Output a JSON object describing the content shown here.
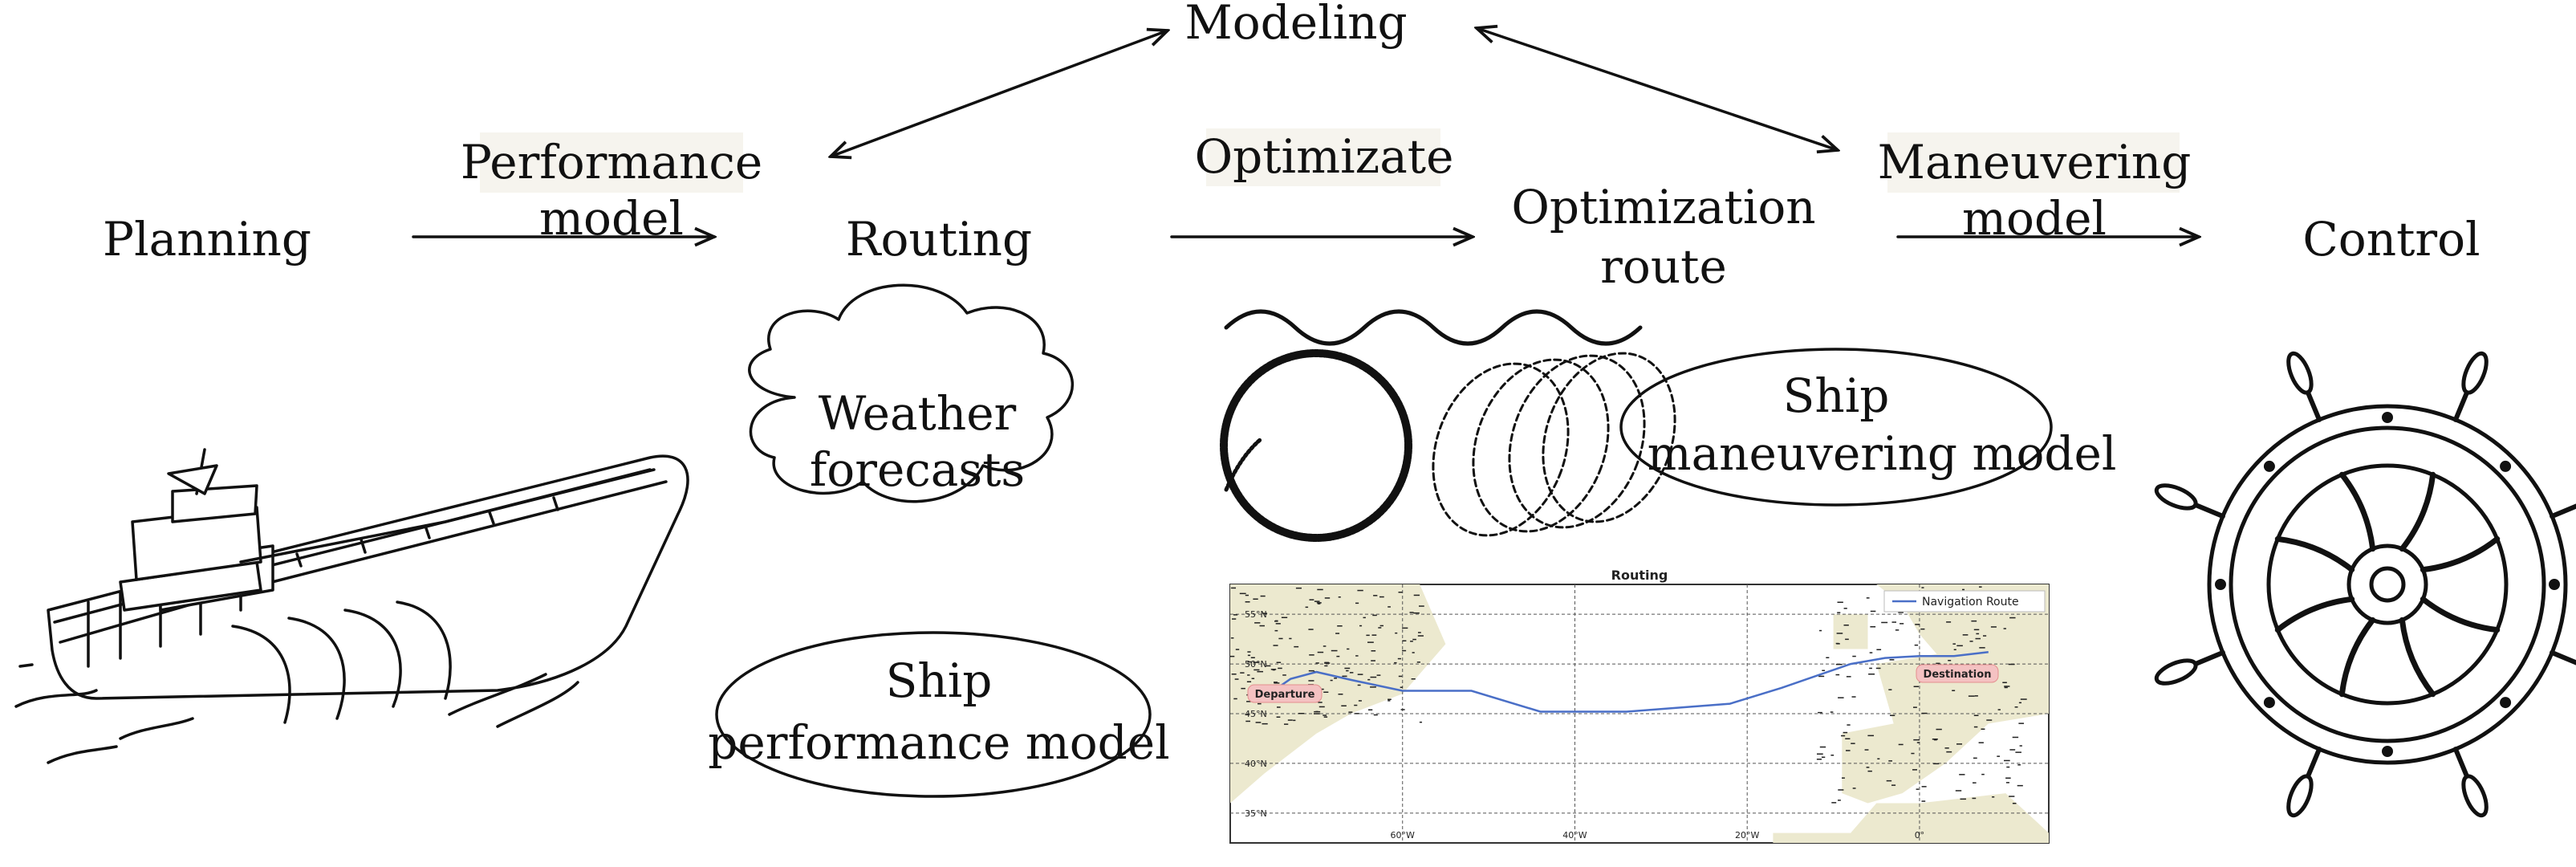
{
  "nodes": {
    "planning": "Planning",
    "routing": "Routing",
    "optimization_route_line1": "Optimization",
    "optimization_route_line2": "route",
    "control": "Control",
    "modeling": "Modeling"
  },
  "edges": {
    "performance_model_line1": "Performance",
    "performance_model_line2": "model",
    "optimizate": "Optimizate",
    "maneuvering_model_line1": "Maneuvering",
    "maneuvering_model_line2": "model"
  },
  "bubbles": {
    "weather_line1": "Weather",
    "weather_line2": "forecasts",
    "ship_performance_line1": "Ship",
    "ship_performance_line2": "performance model",
    "ship_maneuvering_line1": "Ship",
    "ship_maneuvering_line2": "maneuvering model"
  },
  "route_map": {
    "title": "Routing",
    "legend": "Navigation Route",
    "departure": "Departure",
    "destination": "Destination",
    "lat_ticks": [
      "55°N",
      "50°N",
      "45°N",
      "40°N",
      "35°N"
    ],
    "lon_ticks": [
      "60°W",
      "40°W",
      "20°W",
      "0°"
    ],
    "route_color": "#4a6fc7",
    "land_color": "#ece9cf",
    "route_points": [
      [
        -75,
        47.3
      ],
      [
        -73,
        48.5
      ],
      [
        -70,
        49.2
      ],
      [
        -66,
        48.4
      ],
      [
        -60,
        47.3
      ],
      [
        -52,
        47.3
      ],
      [
        -44,
        45.2
      ],
      [
        -34,
        45.2
      ],
      [
        -22,
        46.0
      ],
      [
        -16,
        47.6
      ],
      [
        -8,
        50.0
      ],
      [
        -4,
        50.6
      ],
      [
        0,
        50.8
      ],
      [
        4,
        50.8
      ],
      [
        8,
        51.2
      ]
    ]
  }
}
